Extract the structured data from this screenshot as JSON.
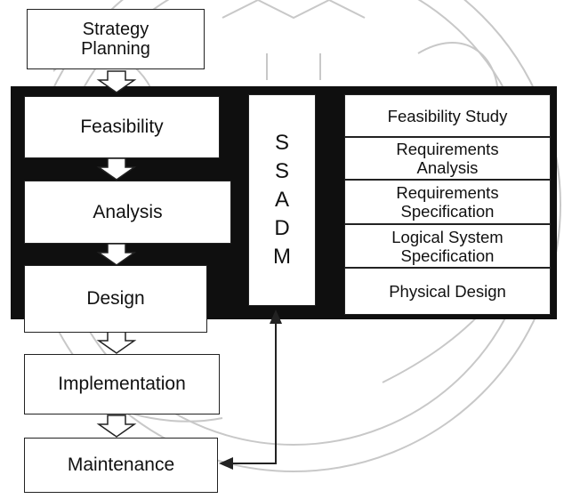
{
  "phases": [
    {
      "line1": "Strategy",
      "line2": "Planning"
    },
    {
      "label": "Feasibility"
    },
    {
      "label": "Analysis"
    },
    {
      "label": "Design"
    },
    {
      "label": "Implementation"
    },
    {
      "label": "Maintenance"
    }
  ],
  "ssadm": {
    "letters": [
      "S",
      "S",
      "A",
      "D",
      "M"
    ]
  },
  "stages": [
    {
      "line1": "Feasibility Study"
    },
    {
      "line1": "Requirements",
      "line2": "Analysis"
    },
    {
      "line1": "Requirements",
      "line2": "Specification"
    },
    {
      "line1": "Logical System",
      "line2": "Specification"
    },
    {
      "line1": "Physical Design"
    }
  ],
  "colors": {
    "band": "#0f0f0f",
    "watermark": "#c8c8c8",
    "ink": "#111111"
  }
}
